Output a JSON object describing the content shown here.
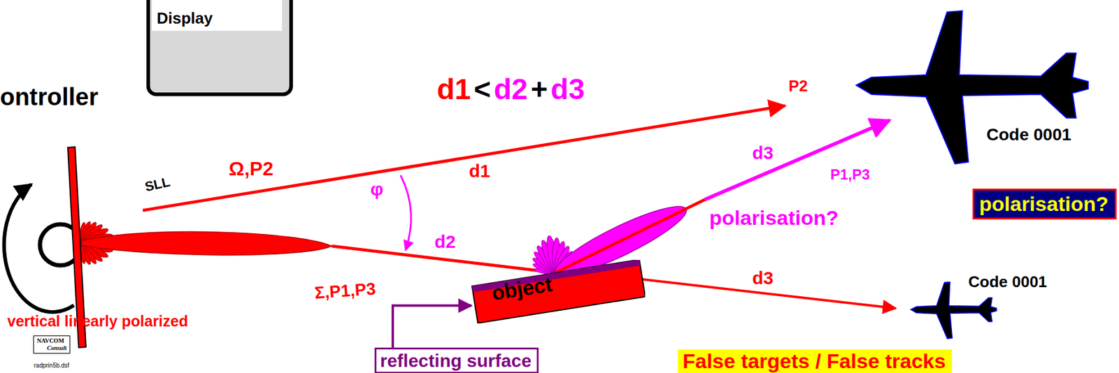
{
  "diagram": {
    "nodes": [
      {
        "text": [
          "Display"
        ]
      },
      {
        "text": [
          "object"
        ]
      },
      {
        "text": [
          "polarisation?"
        ]
      },
      {
        "text": [
          "reflecting surface"
        ]
      },
      {
        "text": [
          "False targets / False tracks"
        ]
      },
      {
        "text": [
          "NAVCOM",
          "Consult"
        ]
      }
    ],
    "edges": [
      {
        "from": 3,
        "to": 1,
        "arrow": "to"
      }
    ],
    "labels": [
      "ontroller",
      "d1",
      "<",
      "d2",
      "+",
      "d3",
      "P2",
      "Ω,P2",
      "SLL",
      "d1",
      "φ",
      "d2",
      "Σ,P1,P3",
      "d3",
      "P1,P3",
      "polarisation?",
      "d3",
      "Code 0001",
      "Code 0001",
      "vertical linearly polarized",
      "radprin5b.dsf"
    ]
  }
}
